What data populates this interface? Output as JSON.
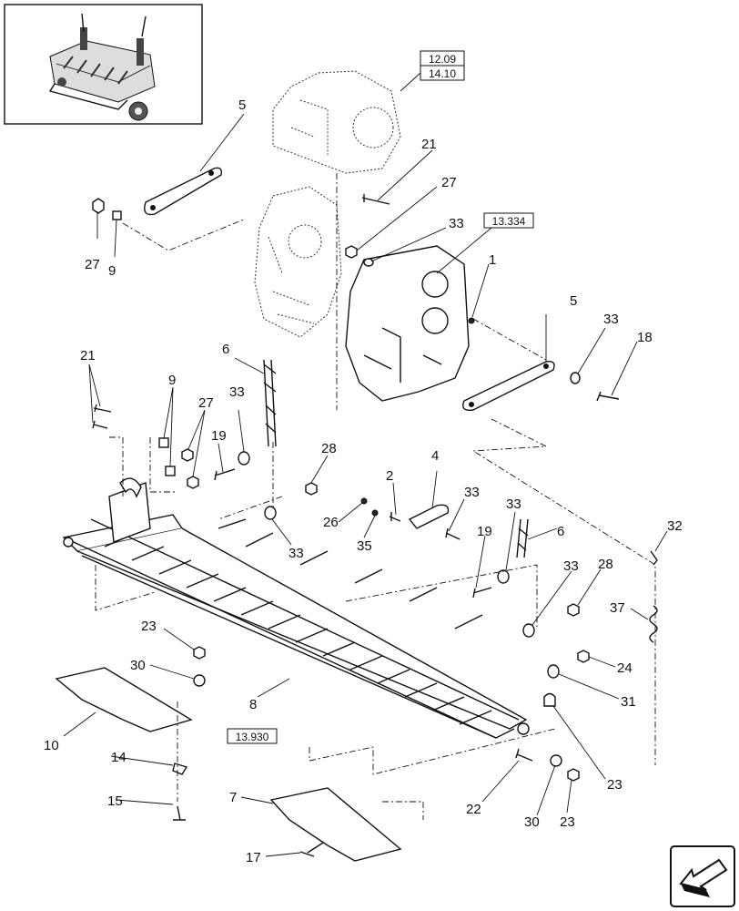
{
  "refs": {
    "r1": "12.09",
    "r2": "14.10",
    "r3": "13.334",
    "r4": "13.930"
  },
  "labels": {
    "l5a": "5",
    "l21a": "21",
    "l27a": "27",
    "l27b": "27",
    "l9a": "9",
    "l33a": "33",
    "l1": "1",
    "l5b": "5",
    "l33b": "33",
    "l18": "18",
    "l21b": "21",
    "l9b": "9",
    "l27c": "27",
    "l33c": "33",
    "l6a": "6",
    "l19a": "19",
    "l28a": "28",
    "l2": "2",
    "l4": "4",
    "l33d": "33",
    "l26": "26",
    "l35": "35",
    "l33e": "33",
    "l33f": "33",
    "l6b": "6",
    "l19b": "19",
    "l32": "32",
    "l33g": "33",
    "l28b": "28",
    "l37": "37",
    "l23a": "23",
    "l30a": "30",
    "l24": "24",
    "l31": "31",
    "l8": "8",
    "l10": "10",
    "l14": "14",
    "l15": "15",
    "l23b": "23",
    "l22": "22",
    "l30b": "30",
    "l23c": "23",
    "l7": "7",
    "l17": "17"
  }
}
